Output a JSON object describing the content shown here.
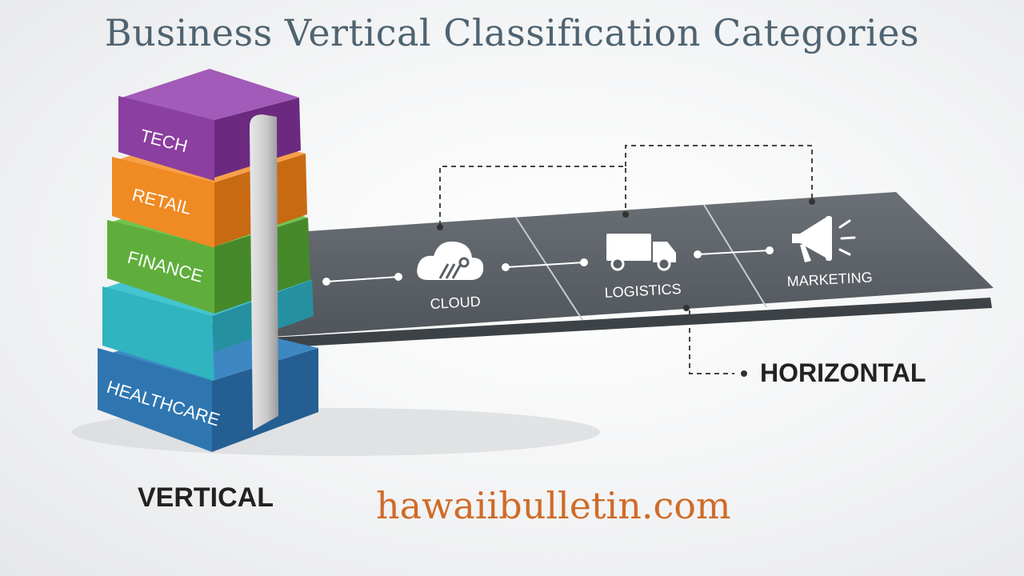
{
  "title": "Business Vertical Classification Categories",
  "vertical": {
    "caption": "VERTICAL",
    "blocks": [
      {
        "label": "TECH",
        "color": "#8b3fa0"
      },
      {
        "label": "RETAIL",
        "color": "#f08a22"
      },
      {
        "label": "FINANCE",
        "color": "#5fae3c"
      },
      {
        "label": "",
        "color": "#2fb4c0"
      },
      {
        "label": "HEALTHCARE",
        "color": "#2f76b0"
      }
    ]
  },
  "horizontal": {
    "caption": "HORIZONTAL",
    "items": [
      {
        "label": "CLOUD",
        "icon": "cloud-icon"
      },
      {
        "label": "LOGISTICS",
        "icon": "truck-icon"
      },
      {
        "label": "MARKETING",
        "icon": "megaphone-icon"
      }
    ]
  },
  "watermark": "hawaiibulletin.com"
}
